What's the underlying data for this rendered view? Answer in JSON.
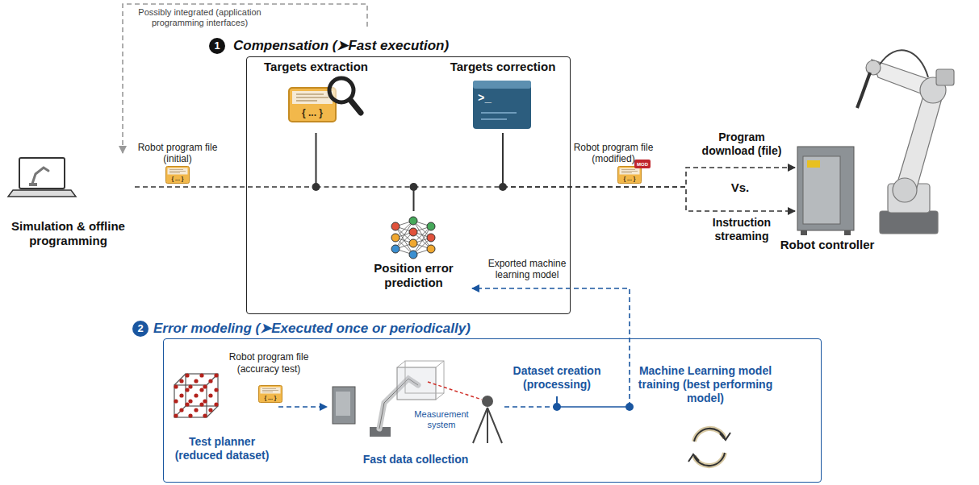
{
  "diagram": {
    "nodes": [
      {
        "text": [
          "Simulation & offline programming"
        ]
      },
      {
        "text": [
          "Compensation (➤Fast execution)"
        ]
      },
      {
        "text": [
          "Targets extraction"
        ],
        "in": 1
      },
      {
        "text": [
          "Targets correction"
        ],
        "in": 1
      },
      {
        "text": [
          "Position error prediction"
        ],
        "in": 1
      },
      {
        "text": [
          "Robot controller"
        ]
      },
      {
        "text": [
          "Error modeling (➤Executed once or periodically)"
        ]
      },
      {
        "text": [
          "Test planner (reduced dataset)"
        ],
        "in": 6
      },
      {
        "text": [
          "Fast data collection"
        ],
        "in": 6
      },
      {
        "text": [
          "Dataset creation (processing)"
        ],
        "in": 6
      },
      {
        "text": [
          "Machine Learning model training (best performing model)"
        ],
        "in": 6
      }
    ],
    "edges": [
      {
        "from": 0,
        "to": 2,
        "arrow": "none"
      },
      {
        "from": 2,
        "to": 4,
        "arrow": "none"
      },
      {
        "from": 4,
        "to": 3,
        "arrow": "none"
      },
      {
        "from": 3,
        "to": 5,
        "arrow": "to",
        "label": "Program download (file)"
      },
      {
        "from": 3,
        "to": 5,
        "arrow": "to",
        "label": "Instruction streaming"
      },
      {
        "from": 1,
        "to": 0,
        "arrow": "to"
      },
      {
        "from": 7,
        "to": 8,
        "arrow": "to",
        "label": "Robot program file (accuracy test)"
      },
      {
        "from": 8,
        "to": 9,
        "arrow": "none"
      },
      {
        "from": 9,
        "to": 10,
        "arrow": "none"
      },
      {
        "from": 10,
        "to": 4,
        "arrow": "to"
      }
    ],
    "labels": [
      "1",
      "Possibly integrated (application programming interfaces)",
      "Robot program file (initial)",
      "{ ... }",
      "{ ... }",
      ">_",
      "Robot program file (modified)",
      "{ ... }",
      "MOD",
      "Vs.",
      "Exported machine learning model",
      "2",
      "{ ... }",
      "Measurement system"
    ]
  }
}
